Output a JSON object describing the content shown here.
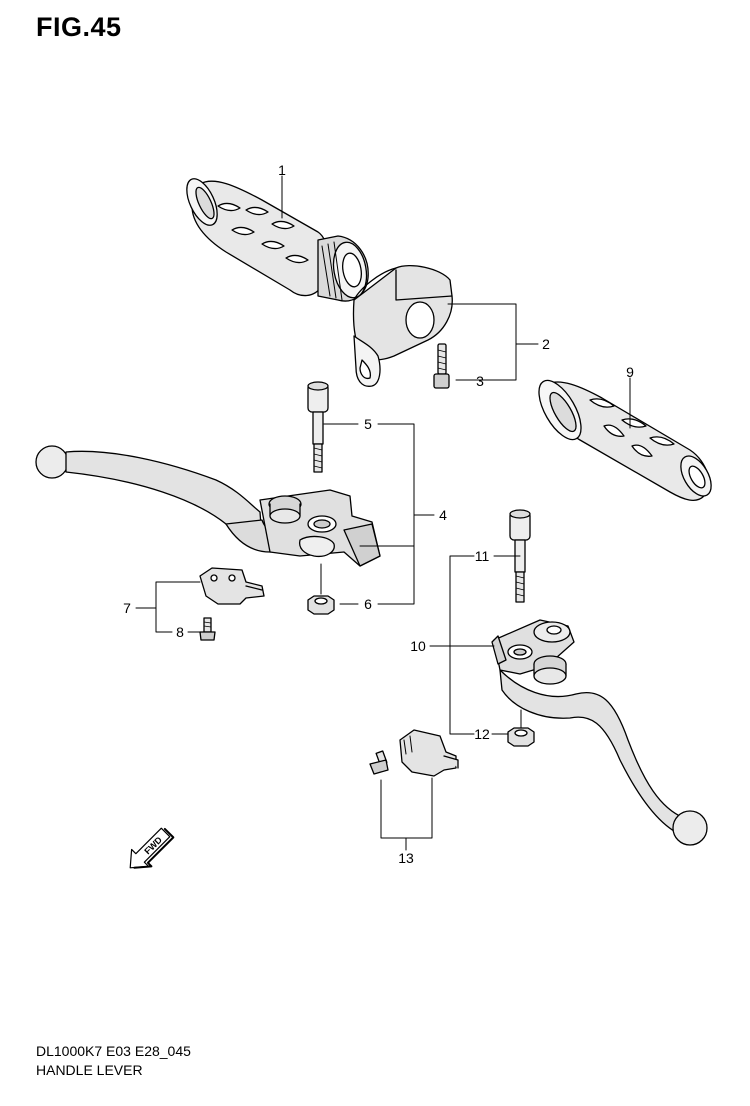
{
  "figure": {
    "title": "FIG.45"
  },
  "footer": {
    "model_code": "DL1000K7 E03 E28_045",
    "section_name": "HANDLE LEVER"
  },
  "callouts": [
    "1",
    "2",
    "3",
    "4",
    "5",
    "6",
    "7",
    "8",
    "9",
    "10",
    "11",
    "12",
    "13"
  ],
  "direction_badge": "FWD"
}
